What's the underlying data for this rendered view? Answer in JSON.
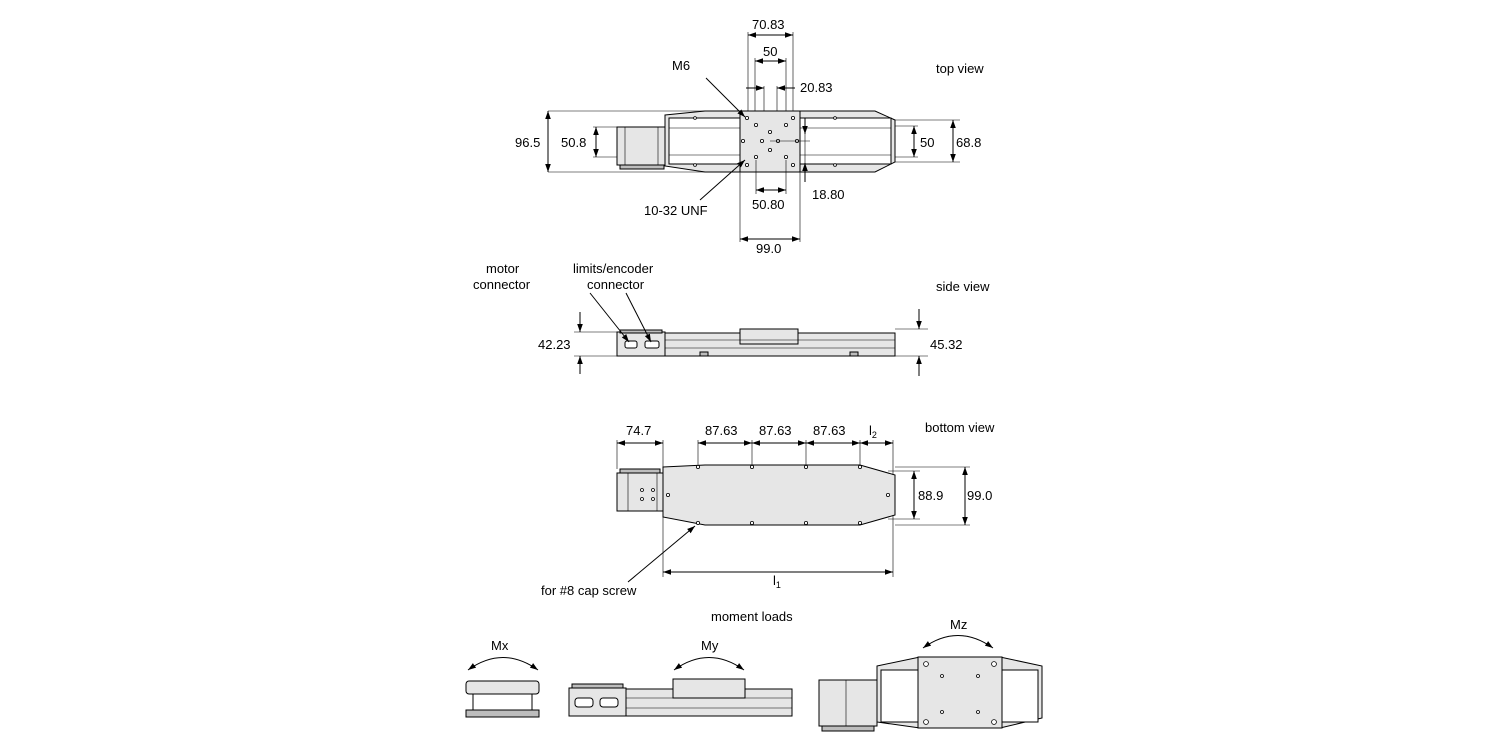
{
  "views": {
    "top": "top view",
    "side": "side view",
    "bottom": "bottom view",
    "moment": "moment loads"
  },
  "top_dims": {
    "d70_83": "70.83",
    "d50_top": "50",
    "d20_83": "20.83",
    "m6": "M6",
    "d96_5": "96.5",
    "d50_8": "50.8",
    "d50_right": "50",
    "d68_8": "68.8",
    "unf": "10-32 UNF",
    "d50_80": "50.80",
    "d18_80": "18.80",
    "d99_0": "99.0"
  },
  "side_dims": {
    "motor_l1": "motor",
    "motor_l2": "connector",
    "limits_l1": "limits/encoder",
    "limits_l2": "connector",
    "d42_23": "42.23",
    "d45_32": "45.32"
  },
  "bottom_dims": {
    "d74_7": "74.7",
    "p1": "87.63",
    "p2": "87.63",
    "p3": "87.63",
    "l2_base": "l",
    "l2_sub": "2",
    "d88_9": "88.9",
    "d99_0": "99.0",
    "screw": "for #8 cap screw",
    "l1_base": "l",
    "l1_sub": "1"
  },
  "moments": {
    "mx": "Mx",
    "my": "My",
    "mz": "Mz"
  }
}
